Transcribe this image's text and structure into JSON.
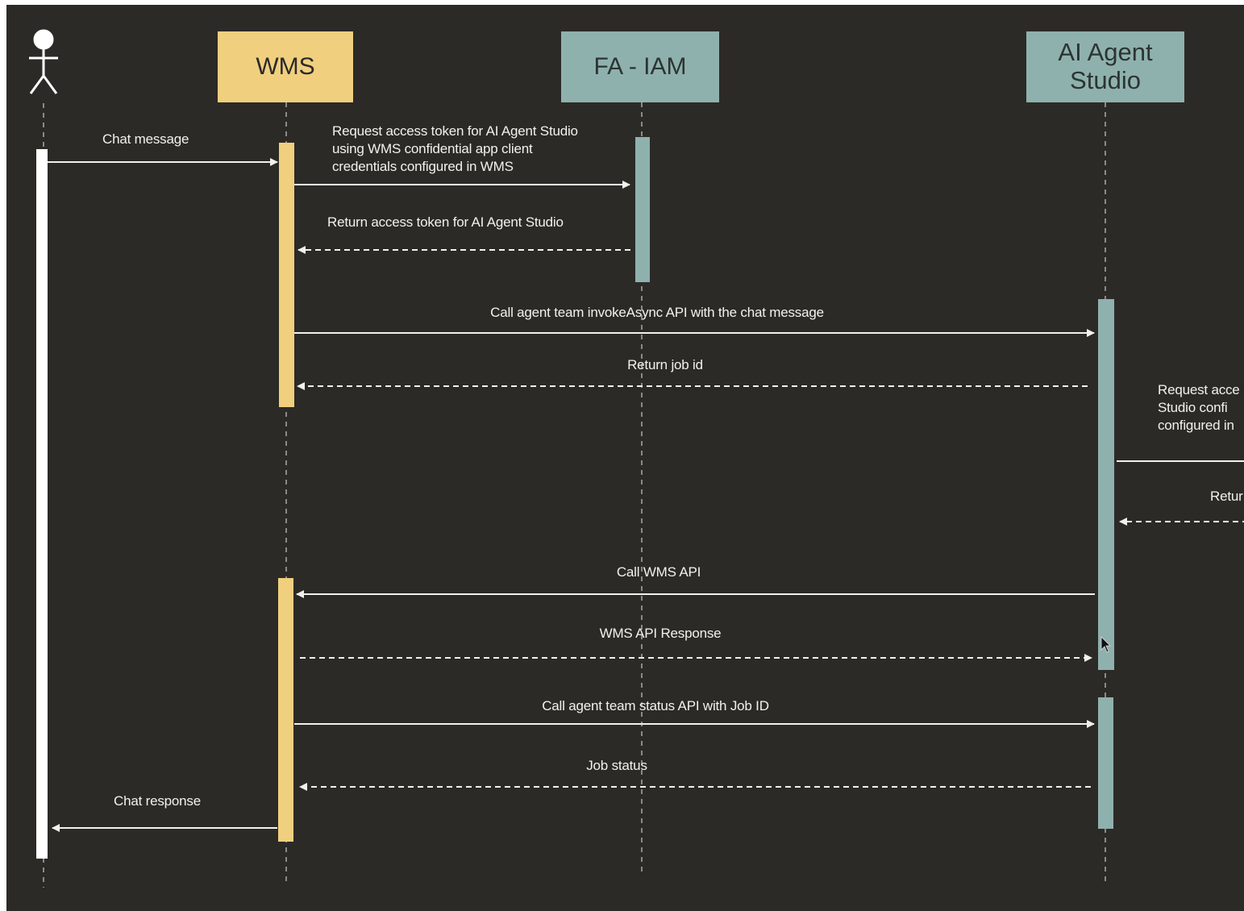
{
  "colors": {
    "background": "#2c2a27",
    "wms": "#f0cf7e",
    "service": "#8fb1ad",
    "actor": "#ffffff",
    "arrow": "#f3f1ec",
    "lifeline": "#8c8a86"
  },
  "participants": {
    "actor": {
      "icon": "stick-figure-actor-icon"
    },
    "wms": {
      "label": "WMS"
    },
    "iam": {
      "label": "FA - IAM"
    },
    "ai": {
      "label": "AI Agent\nStudio"
    }
  },
  "messages": {
    "m1": "Chat message",
    "m2": "Request access token for AI Agent Studio\nusing WMS confidential app  client\ncredentials configured in WMS",
    "m3": "Return access token for AI Agent Studio",
    "m4": "Call agent team invokeAsync API with the chat message",
    "m5": "Return job id",
    "m6": "Request acce\nStudio  confi\nconfigured in",
    "m7": "Retur",
    "m8": "Call WMS API",
    "m9": "WMS API Response",
    "m10": "Call agent team status API with Job ID",
    "m11": "Job status",
    "m12": "Chat response"
  }
}
